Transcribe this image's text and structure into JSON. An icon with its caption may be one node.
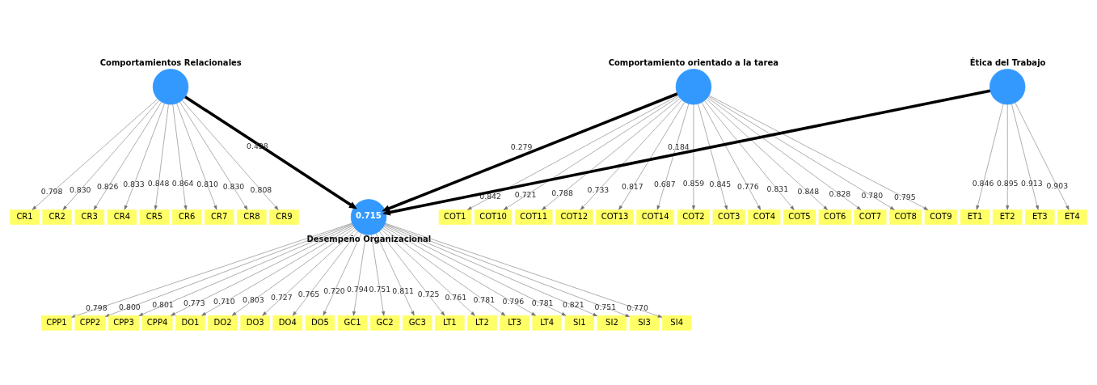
{
  "diagram": {
    "nodes": [
      {
        "text": [
          "0.715"
        ],
        "beside": [
          "Desempeño Organizacional"
        ]
      },
      {
        "text": [],
        "shape": "circle",
        "beside": [
          "Comportamientos Relacionales"
        ]
      },
      {
        "text": [],
        "shape": "circle",
        "beside": [
          "Comportamiento orientado a la tarea"
        ]
      },
      {
        "text": [],
        "shape": "circle",
        "beside": [
          "Ética del Trabajo"
        ]
      },
      {
        "text": [
          "CPP1"
        ]
      },
      {
        "text": [
          "CPP2"
        ]
      },
      {
        "text": [
          "CPP3"
        ]
      },
      {
        "text": [
          "CPP4"
        ]
      },
      {
        "text": [
          "DO1"
        ]
      },
      {
        "text": [
          "DO2"
        ]
      },
      {
        "text": [
          "DO3"
        ]
      },
      {
        "text": [
          "DO4"
        ]
      },
      {
        "text": [
          "DO5"
        ]
      },
      {
        "text": [
          "GC1"
        ]
      },
      {
        "text": [
          "GC2"
        ]
      },
      {
        "text": [
          "GC3"
        ]
      },
      {
        "text": [
          "LT1"
        ]
      },
      {
        "text": [
          "LT2"
        ]
      },
      {
        "text": [
          "LT3"
        ]
      },
      {
        "text": [
          "LT4"
        ]
      },
      {
        "text": [
          "SI1"
        ]
      },
      {
        "text": [
          "SI2"
        ]
      },
      {
        "text": [
          "SI3"
        ]
      },
      {
        "text": [
          "SI4"
        ]
      },
      {
        "text": [
          "CR1"
        ]
      },
      {
        "text": [
          "CR2"
        ]
      },
      {
        "text": [
          "CR3"
        ]
      },
      {
        "text": [
          "CR4"
        ]
      },
      {
        "text": [
          "CR5"
        ]
      },
      {
        "text": [
          "CR6"
        ]
      },
      {
        "text": [
          "CR7"
        ]
      },
      {
        "text": [
          "CR8"
        ]
      },
      {
        "text": [
          "CR9"
        ]
      },
      {
        "text": [
          "ET1"
        ]
      },
      {
        "text": [
          "ET2"
        ]
      },
      {
        "text": [
          "ET3"
        ]
      },
      {
        "text": [
          "ET4"
        ]
      },
      {
        "text": [
          "COT1"
        ]
      },
      {
        "text": [
          "COT10"
        ]
      },
      {
        "text": [
          "COT11"
        ]
      },
      {
        "text": [
          "COT12"
        ]
      },
      {
        "text": [
          "COT13"
        ]
      },
      {
        "text": [
          "COT14"
        ]
      },
      {
        "text": [
          "COT2"
        ]
      },
      {
        "text": [
          "COT3"
        ]
      },
      {
        "text": [
          "COT4"
        ]
      },
      {
        "text": [
          "COT5"
        ]
      },
      {
        "text": [
          "COT6"
        ]
      },
      {
        "text": [
          "COT7"
        ]
      },
      {
        "text": [
          "COT8"
        ]
      },
      {
        "text": [
          "COT9"
        ]
      }
    ],
    "edges": [
      {
        "from": 0,
        "to": 4,
        "arrow": "to",
        "label": "0.798"
      },
      {
        "from": 0,
        "to": 5,
        "arrow": "to",
        "label": "0.800"
      },
      {
        "from": 0,
        "to": 6,
        "arrow": "to",
        "label": "0.801"
      },
      {
        "from": 0,
        "to": 7,
        "arrow": "to",
        "label": "0.773"
      },
      {
        "from": 0,
        "to": 8,
        "arrow": "to",
        "label": "0.710"
      },
      {
        "from": 0,
        "to": 9,
        "arrow": "to",
        "label": "0.803"
      },
      {
        "from": 0,
        "to": 10,
        "arrow": "to",
        "label": "0.727"
      },
      {
        "from": 0,
        "to": 11,
        "arrow": "to",
        "label": "0.765"
      },
      {
        "from": 0,
        "to": 12,
        "arrow": "to",
        "label": "0.720"
      },
      {
        "from": 0,
        "to": 13,
        "arrow": "to",
        "label": "0.794"
      },
      {
        "from": 0,
        "to": 14,
        "arrow": "to",
        "label": "0.751"
      },
      {
        "from": 0,
        "to": 15,
        "arrow": "to",
        "label": "0.811"
      },
      {
        "from": 0,
        "to": 16,
        "arrow": "to",
        "label": "0.725"
      },
      {
        "from": 0,
        "to": 17,
        "arrow": "to",
        "label": "0.761"
      },
      {
        "from": 0,
        "to": 18,
        "arrow": "to",
        "label": "0.781"
      },
      {
        "from": 0,
        "to": 19,
        "arrow": "to",
        "label": "0.796"
      },
      {
        "from": 0,
        "to": 20,
        "arrow": "to",
        "label": "0.781"
      },
      {
        "from": 0,
        "to": 21,
        "arrow": "to",
        "label": "0.821"
      },
      {
        "from": 0,
        "to": 22,
        "arrow": "to",
        "label": "0.751"
      },
      {
        "from": 0,
        "to": 23,
        "arrow": "to",
        "label": "0.770"
      },
      {
        "from": 1,
        "to": 24,
        "arrow": "to",
        "label": "0.798"
      },
      {
        "from": 1,
        "to": 25,
        "arrow": "to",
        "label": "0.830"
      },
      {
        "from": 1,
        "to": 26,
        "arrow": "to",
        "label": "0.826"
      },
      {
        "from": 1,
        "to": 27,
        "arrow": "to",
        "label": "0.833"
      },
      {
        "from": 1,
        "to": 28,
        "arrow": "to",
        "label": "0.848"
      },
      {
        "from": 1,
        "to": 29,
        "arrow": "to",
        "label": "0.864"
      },
      {
        "from": 1,
        "to": 30,
        "arrow": "to",
        "label": "0.810"
      },
      {
        "from": 1,
        "to": 31,
        "arrow": "to",
        "label": "0.830"
      },
      {
        "from": 1,
        "to": 32,
        "arrow": "to",
        "label": "0.808"
      },
      {
        "from": 1,
        "to": 0,
        "arrow": "to",
        "label": "0.428",
        "style": "thick",
        "color": "#000000"
      },
      {
        "from": 2,
        "to": 0,
        "arrow": "to",
        "label": "0.279",
        "style": "thick",
        "color": "#000000"
      },
      {
        "from": 3,
        "to": 0,
        "arrow": "to",
        "label": "0.184",
        "style": "thick",
        "color": "#000000"
      },
      {
        "from": 3,
        "to": 33,
        "arrow": "to",
        "label": "0.846"
      },
      {
        "from": 3,
        "to": 34,
        "arrow": "to",
        "label": "0.895"
      },
      {
        "from": 3,
        "to": 35,
        "arrow": "to",
        "label": "0.913"
      },
      {
        "from": 3,
        "to": 36,
        "arrow": "to",
        "label": "0.903"
      },
      {
        "from": 2,
        "to": 37,
        "arrow": "to",
        "label": "0.842"
      },
      {
        "from": 2,
        "to": 38,
        "arrow": "to",
        "label": "0.721"
      },
      {
        "from": 2,
        "to": 39,
        "arrow": "to",
        "label": "0.788"
      },
      {
        "from": 2,
        "to": 40,
        "arrow": "to",
        "label": "0.733"
      },
      {
        "from": 2,
        "to": 41,
        "arrow": "to",
        "label": "0.817"
      },
      {
        "from": 2,
        "to": 42,
        "arrow": "to",
        "label": "0.687"
      },
      {
        "from": 2,
        "to": 43,
        "arrow": "to",
        "label": "0.859"
      },
      {
        "from": 2,
        "to": 44,
        "arrow": "to",
        "label": "0.845"
      },
      {
        "from": 2,
        "to": 45,
        "arrow": "to",
        "label": "0.776"
      },
      {
        "from": 2,
        "to": 46,
        "arrow": "to",
        "label": "0.831"
      },
      {
        "from": 2,
        "to": 47,
        "arrow": "to",
        "label": "0.848"
      },
      {
        "from": 2,
        "to": 48,
        "arrow": "to",
        "label": "0.828"
      },
      {
        "from": 2,
        "to": 49,
        "arrow": "to",
        "label": "0.780"
      },
      {
        "from": 2,
        "to": 50,
        "arrow": "to",
        "label": "0.795"
      }
    ]
  }
}
